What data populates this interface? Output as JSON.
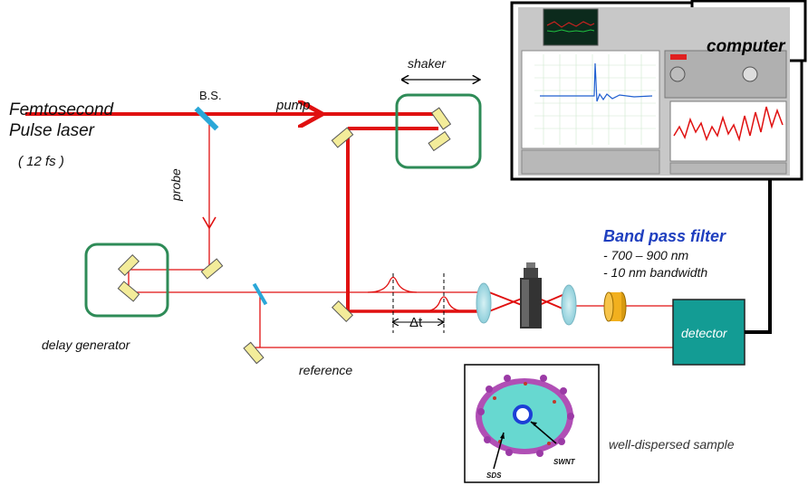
{
  "labels": {
    "laser_line1": "Femtosecond",
    "laser_line2": "Pulse laser",
    "pulse_duration": "( 12 fs )",
    "beam_splitter": "B.S.",
    "pump": "pump",
    "probe": "probe",
    "shaker": "shaker",
    "delay_generator": "delay generator",
    "reference": "reference",
    "delta_t": "Δt",
    "band_pass_title": "Band pass filter",
    "band_pass_spec1": "- 700 – 900 nm",
    "band_pass_spec2": "- 10 nm bandwidth",
    "computer": "computer",
    "detector": "detector",
    "sample": "well-dispersed sample",
    "sds": "SDS",
    "swnt": "SWNT"
  },
  "colors": {
    "beam": "#e01010",
    "enclosure": "#2e8b57",
    "mirror": "#f3ec9a",
    "beam_splitter": "#2aa7d8",
    "lens": "#a8dde6",
    "filter": "#f2b01e",
    "detector": "#139c94",
    "band_pass_title": "#1f3fbf"
  },
  "icons": [
    "mirror-icon",
    "lens-icon",
    "sample-cell-icon",
    "filter-icon",
    "screenshot-thumbnail"
  ]
}
